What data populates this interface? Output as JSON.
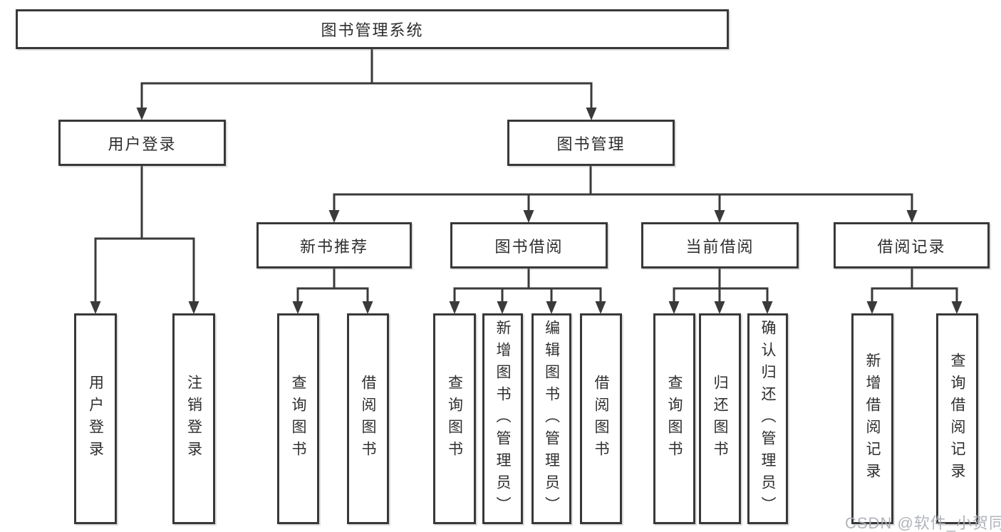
{
  "diagram": {
    "root": {
      "label": "图书管理系统"
    },
    "branches": [
      {
        "label": "用户登录",
        "children": [
          {
            "label": "用户登录"
          },
          {
            "label": "注销登录"
          }
        ]
      },
      {
        "label": "图书管理",
        "children": [
          {
            "label": "新书推荐",
            "children": [
              {
                "label": "查询图书"
              },
              {
                "label": "借阅图书"
              }
            ]
          },
          {
            "label": "图书借阅",
            "children": [
              {
                "label": "查询图书"
              },
              {
                "label": "新增图书（管理员）"
              },
              {
                "label": "编辑图书（管理员）"
              },
              {
                "label": "借阅图书"
              }
            ]
          },
          {
            "label": "当前借阅",
            "children": [
              {
                "label": "查询图书"
              },
              {
                "label": "归还图书"
              },
              {
                "label": "确认归还（管理员）"
              }
            ]
          },
          {
            "label": "借阅记录",
            "children": [
              {
                "label": "新增借阅记录"
              },
              {
                "label": "查询借阅记录"
              }
            ]
          }
        ]
      }
    ]
  },
  "watermark": {
    "text": "CSDN @软件_小贺同学",
    "color": "#a9adb4"
  },
  "colors": {
    "line": "#3a3a3a",
    "box_border": "#383838",
    "text": "#2e2e2e",
    "background": "#ffffff"
  }
}
